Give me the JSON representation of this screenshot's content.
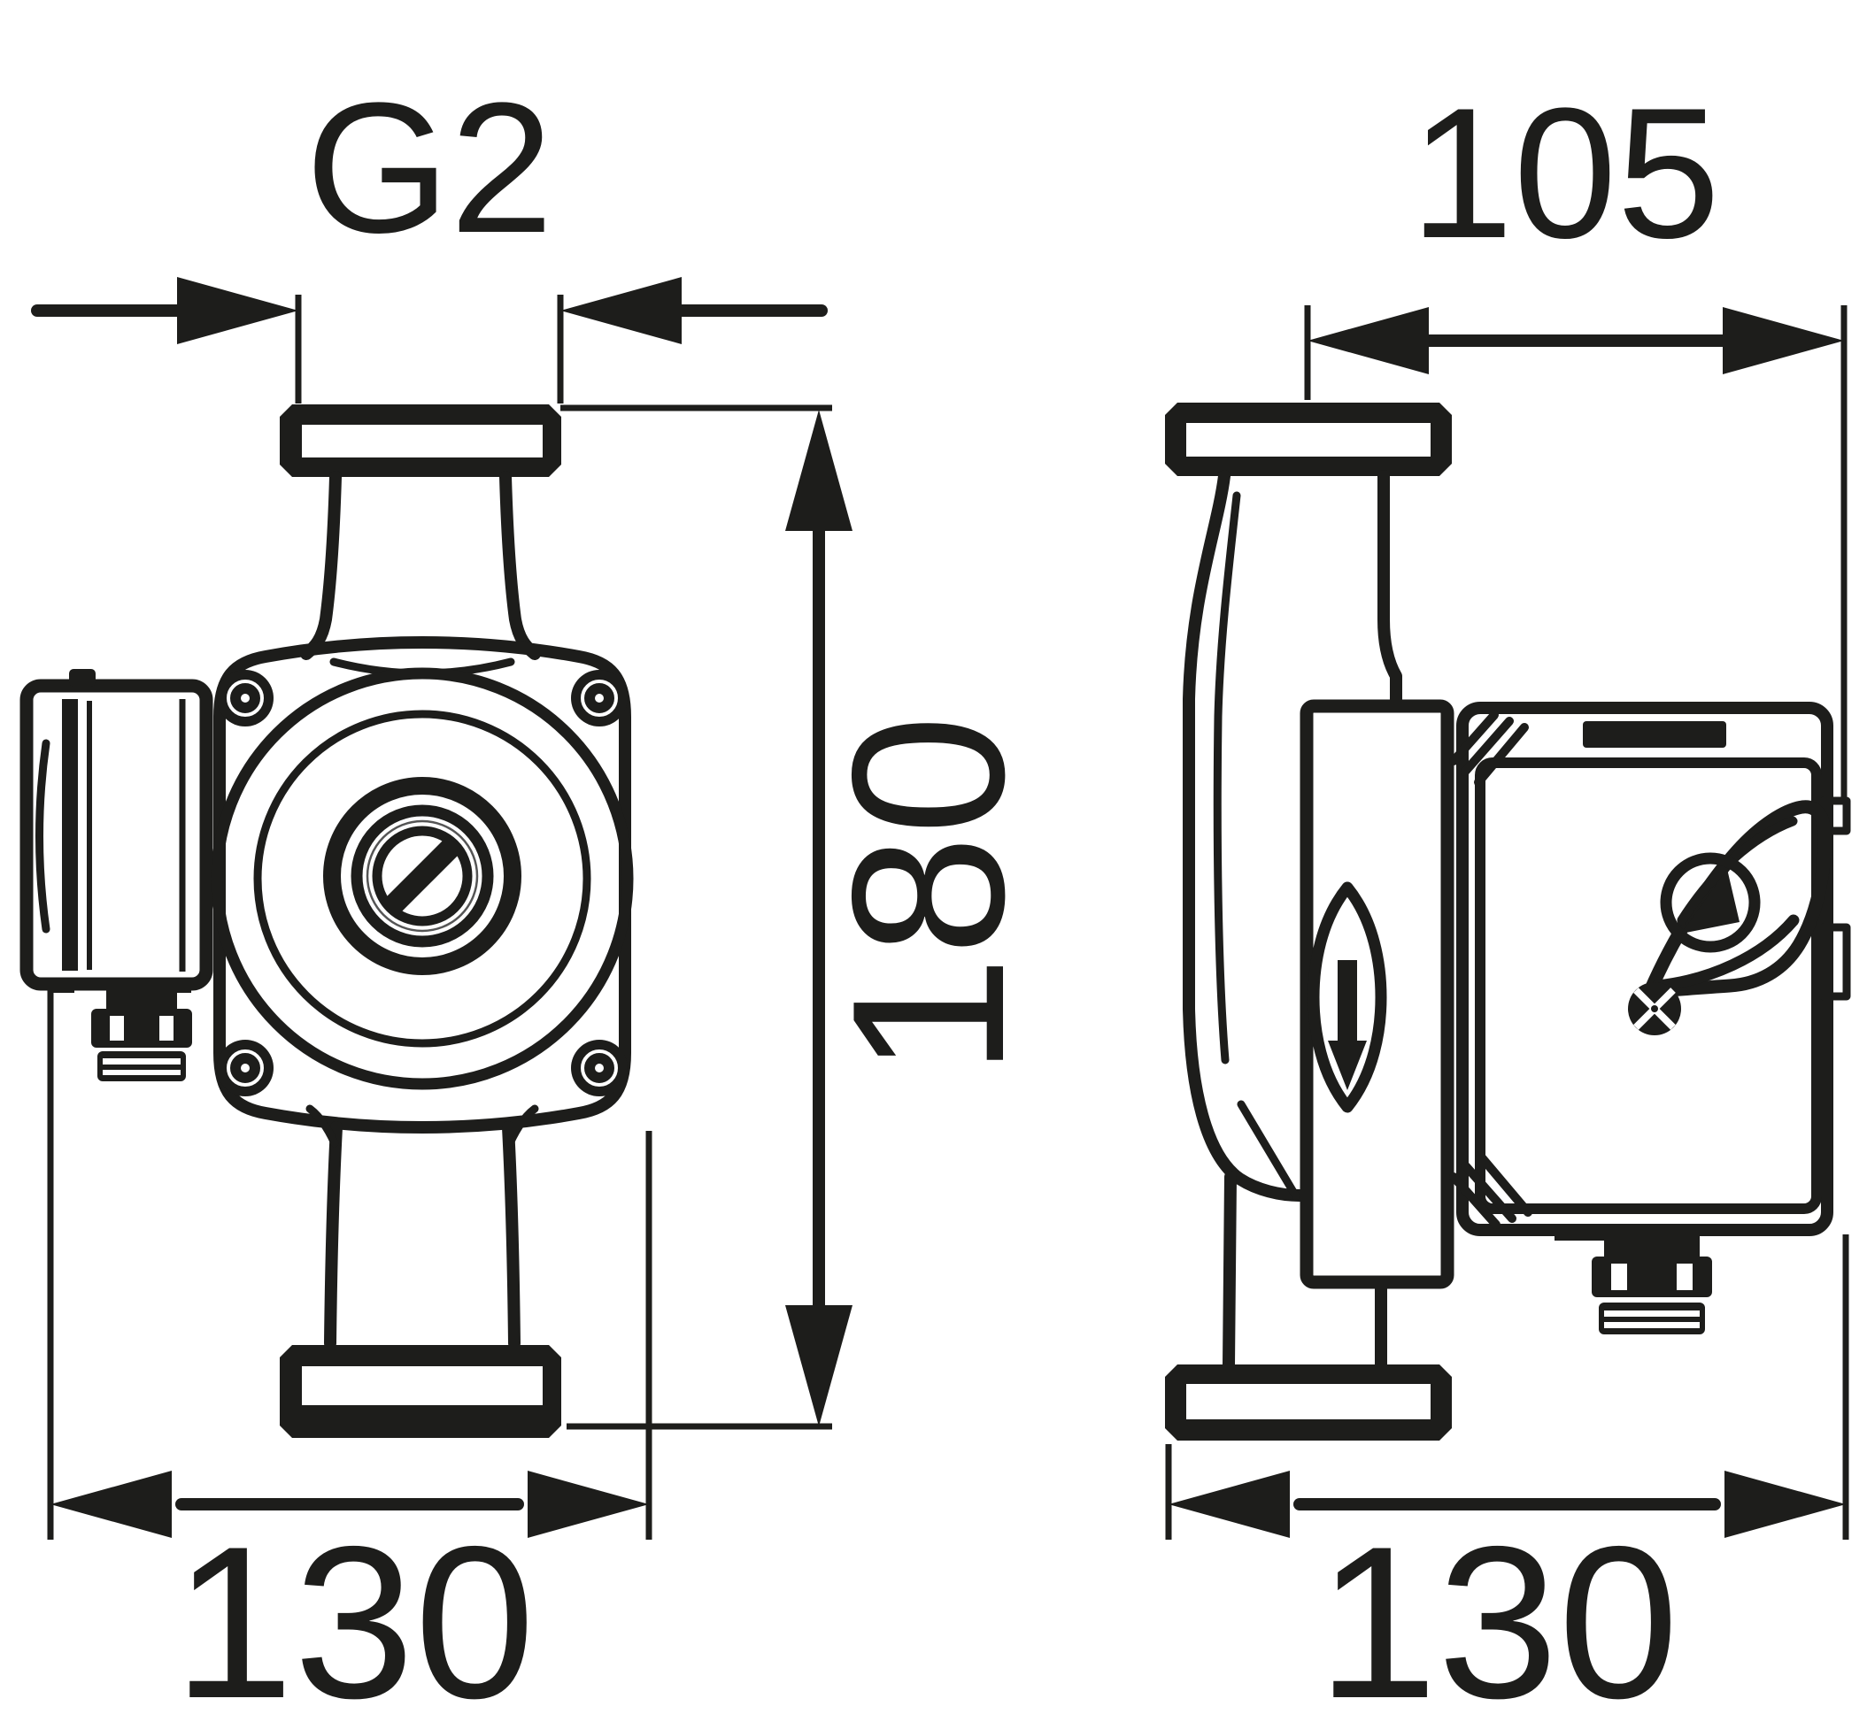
{
  "drawing": {
    "kind": "technical dimensional drawing",
    "subject": "circulator pump, front and side views",
    "line_color": "#1d1d1b",
    "background_color": "#ffffff",
    "dimensions": {
      "connection_thread": {
        "label": "G2"
      },
      "depth": {
        "label": "105"
      },
      "port_to_port_height": {
        "label": "180"
      },
      "width_front": {
        "label": "130"
      },
      "width_side": {
        "label": "130"
      }
    }
  }
}
